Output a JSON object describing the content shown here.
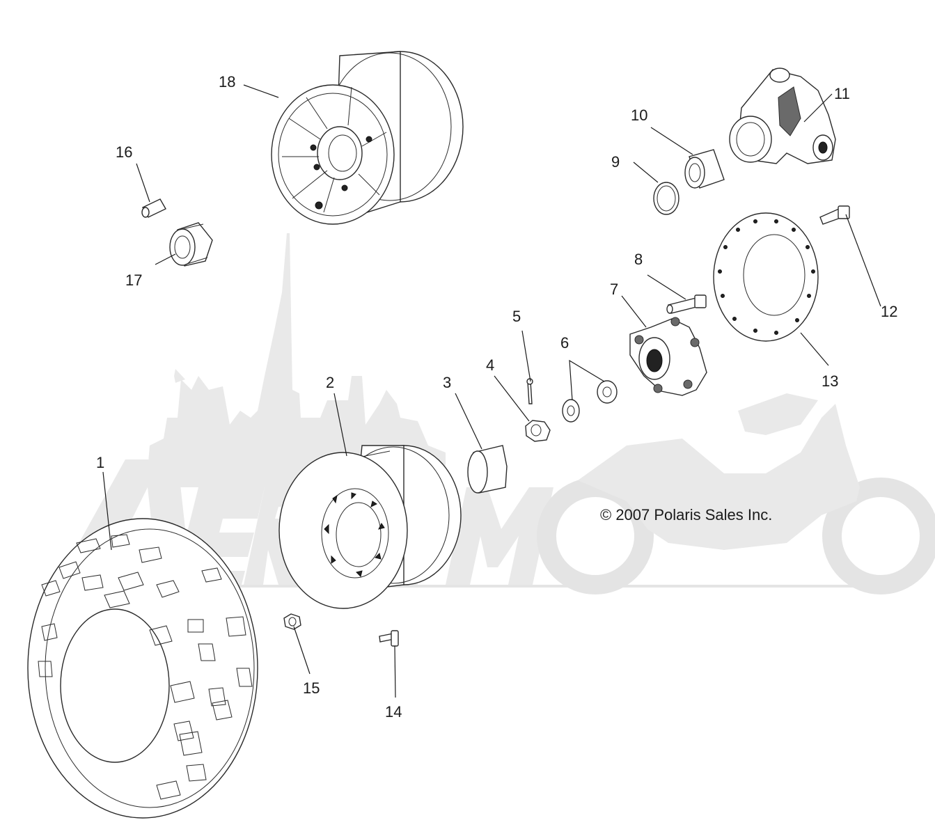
{
  "diagram": {
    "copyright": "© 2007 Polaris Sales Inc.",
    "watermark_text": "AeroMoto",
    "callouts": [
      {
        "id": "1",
        "label": "1"
      },
      {
        "id": "2",
        "label": "2"
      },
      {
        "id": "3",
        "label": "3"
      },
      {
        "id": "4",
        "label": "4"
      },
      {
        "id": "5",
        "label": "5"
      },
      {
        "id": "6",
        "label": "6"
      },
      {
        "id": "7",
        "label": "7"
      },
      {
        "id": "8",
        "label": "8"
      },
      {
        "id": "9",
        "label": "9"
      },
      {
        "id": "10",
        "label": "10"
      },
      {
        "id": "11",
        "label": "11"
      },
      {
        "id": "12",
        "label": "12"
      },
      {
        "id": "13",
        "label": "13"
      },
      {
        "id": "14",
        "label": "14"
      },
      {
        "id": "15",
        "label": "15"
      },
      {
        "id": "16",
        "label": "16"
      },
      {
        "id": "17",
        "label": "17"
      },
      {
        "id": "18",
        "label": "18"
      }
    ],
    "colors": {
      "line": "#1a1a1a",
      "watermark": "#e9e9e9",
      "background": "#ffffff"
    }
  }
}
